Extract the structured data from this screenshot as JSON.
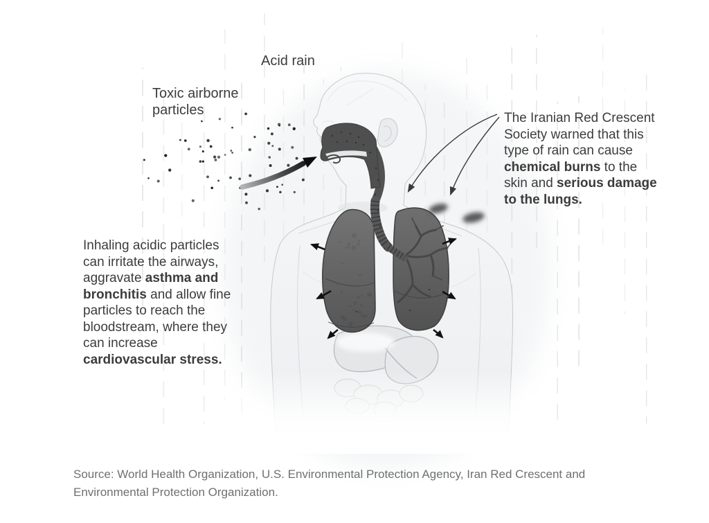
{
  "labels": {
    "acid_rain": "Acid rain",
    "toxic_particles": "Toxic airborne\nparticles"
  },
  "annotations": {
    "right": [
      {
        "text": "The Iranian Red Crescent\nSociety warned that this\ntype of rain can cause\n",
        "bold": false
      },
      {
        "text": "chemical burns",
        "bold": true
      },
      {
        "text": " to the\nskin and ",
        "bold": false
      },
      {
        "text": "serious damage\nto the lungs.",
        "bold": true
      }
    ],
    "left": [
      {
        "text": "Inhaling acidic particles\ncan irritate the airways,\naggravate ",
        "bold": false
      },
      {
        "text": "asthma and\nbronchitis",
        "bold": true
      },
      {
        "text": " and allow fine\nparticles to reach the\nbloodstream, where they\ncan increase\n",
        "bold": false
      },
      {
        "text": "cardiovascular stress.",
        "bold": true
      }
    ]
  },
  "source": "Source: World Health Organization, U.S. Environmental Protection Agency, Iran Red Crescent and\nEnvironmental Protection Organization.",
  "colors": {
    "text": "#3c3c3c",
    "source_text": "#6e7070",
    "lung_fill": "#656565",
    "airway_fill": "#4f4f4f",
    "body_fill": "#f3f5f6",
    "rain_streak": "#dfe0e1",
    "particle": "#1d1d1d",
    "arrow_black": "#111111"
  }
}
